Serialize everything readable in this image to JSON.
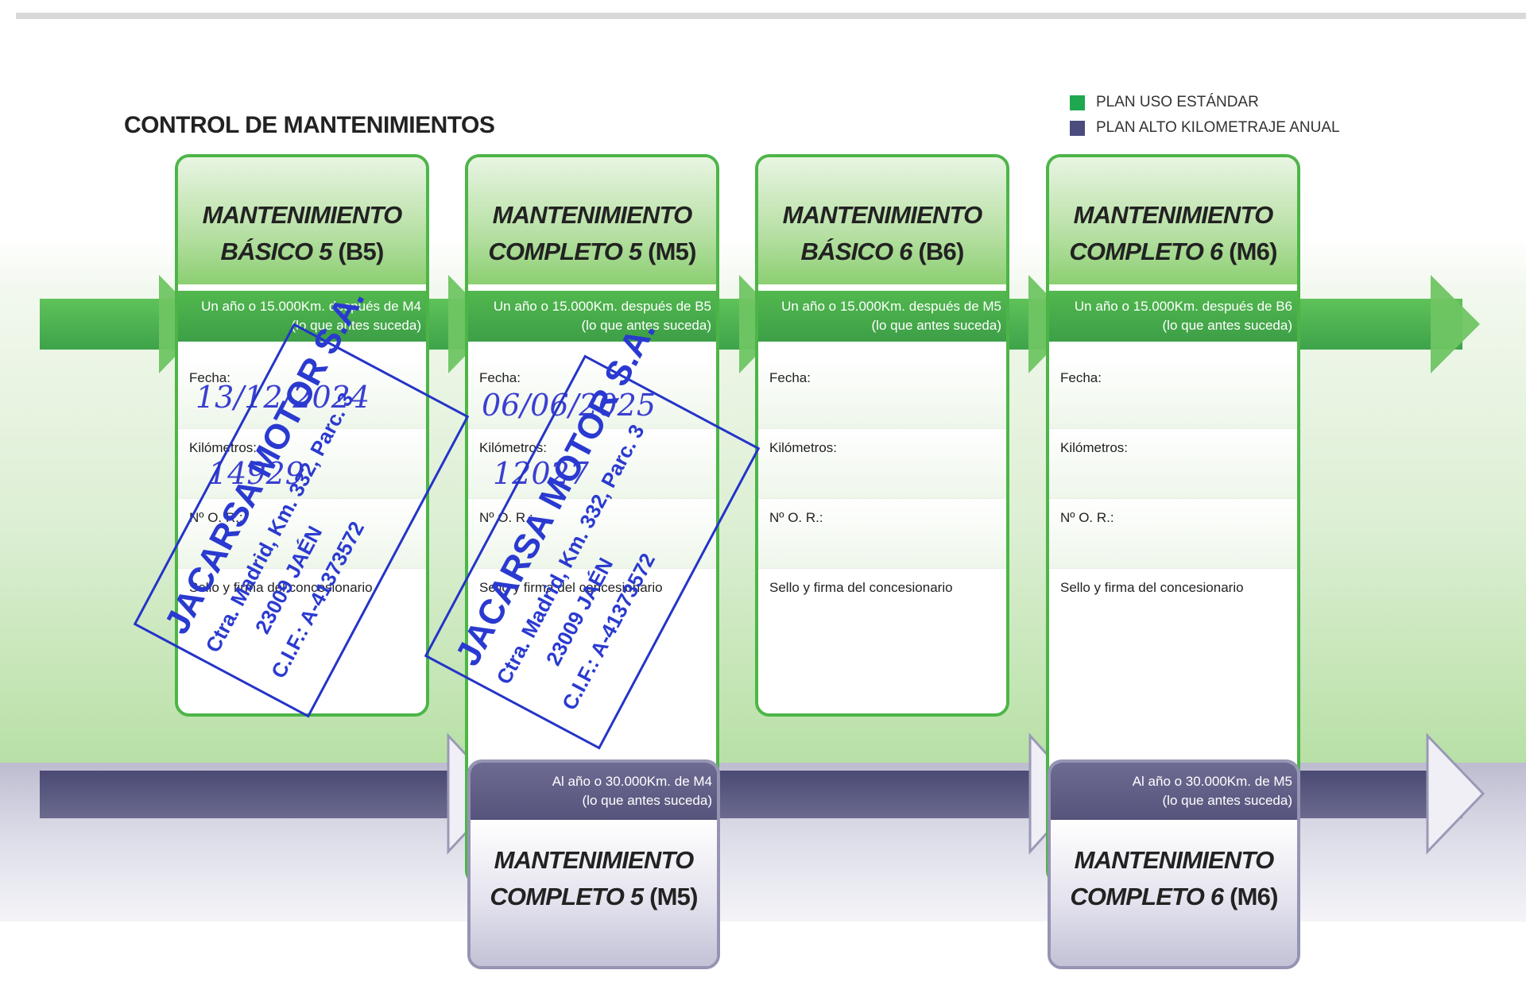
{
  "title": "CONTROL DE MANTENIMIENTOS",
  "legend": [
    {
      "label": "PLAN USO ESTÁNDAR",
      "color": "#1fa84f"
    },
    {
      "label": "PLAN ALTO KILOMETRAJE ANUAL",
      "color": "#4c4b7e"
    }
  ],
  "cards": [
    {
      "line1": "MANTENIMIENTO",
      "line2": "BÁSICO 5",
      "code": "(B5)",
      "note1": "Un año o 15.000Km. después de M4",
      "note2": "(lo que antes suceda)"
    },
    {
      "line1": "MANTENIMIENTO",
      "line2": "COMPLETO 5",
      "code": "(M5)",
      "note1": "Un año o 15.000Km. después de B5",
      "note2": "(lo que antes suceda)"
    },
    {
      "line1": "MANTENIMIENTO",
      "line2": "BÁSICO 6",
      "code": "(B6)",
      "note1": "Un año o 15.000Km. después de M5",
      "note2": "(lo que antes suceda)"
    },
    {
      "line1": "MANTENIMIENTO",
      "line2": "COMPLETO 6",
      "code": "(M6)",
      "note1": "Un año o 15.000Km. después de B6",
      "note2": "(lo que antes suceda)"
    }
  ],
  "fields": {
    "fecha": "Fecha:",
    "kilometros": "Kilómetros:",
    "or": "Nº O. R.:",
    "sello": "Sello y firma del concesionario"
  },
  "high_km_cards": [
    {
      "note1": "Al año o 30.000Km. de M4",
      "note2": "(lo que antes suceda)",
      "line1": "MANTENIMIENTO",
      "line2": "COMPLETO 5",
      "code": "(M5)"
    },
    {
      "note1": "Al año o 30.000Km. de M5",
      "note2": "(lo que antes suceda)",
      "line1": "MANTENIMIENTO",
      "line2": "COMPLETO 6",
      "code": "(M6)"
    }
  ],
  "stamp": {
    "name": "JACARSA MOTOR S.A.",
    "address": "Ctra. Madrid, Km. 332, Parc. 3",
    "city": "23009 JAÉN",
    "cif": "C.I.F.: A-41373572"
  },
  "handwriting": {
    "date_1": "13/12/2024",
    "km_1": "14929",
    "date_2": "06/06/2025",
    "km_2": "12027"
  }
}
